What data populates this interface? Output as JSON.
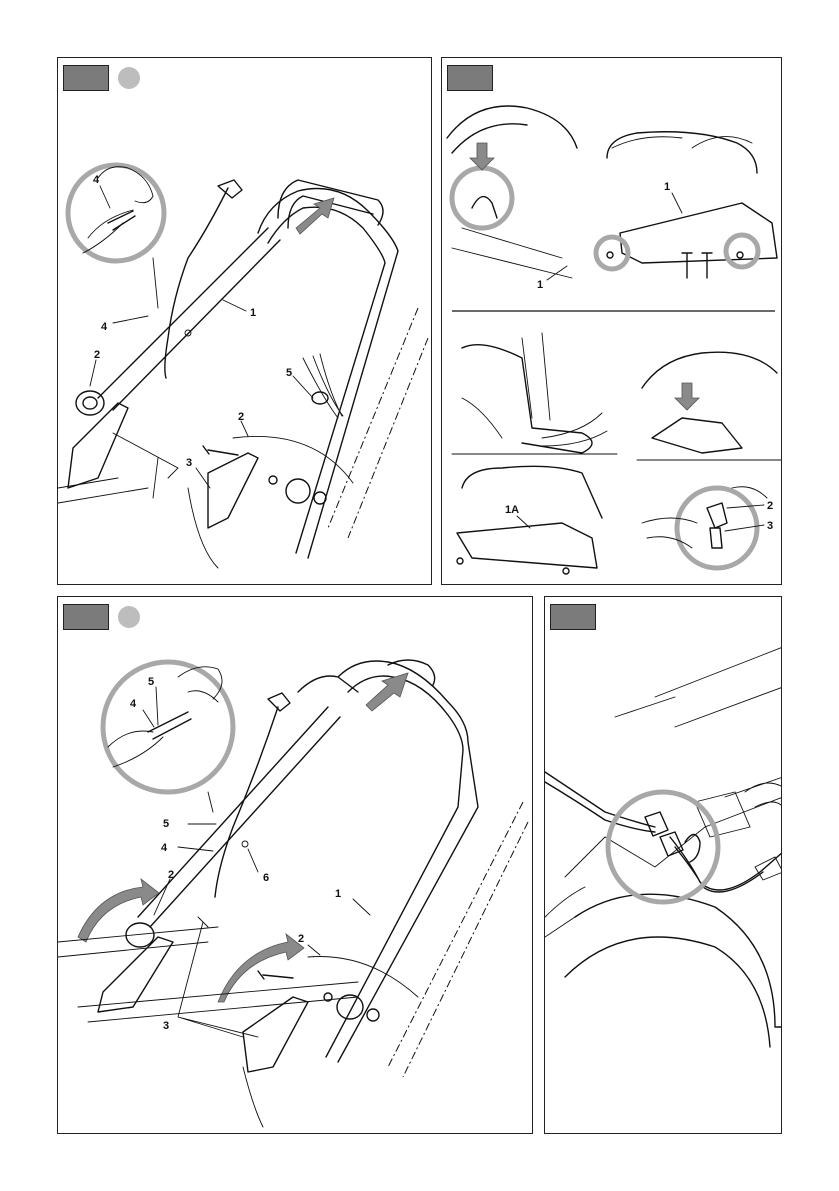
{
  "panels": {
    "top_left": {
      "callouts": [
        "4",
        "4",
        "1",
        "2",
        "5",
        "2",
        "3"
      ]
    },
    "top_right": {
      "callouts": [
        "1",
        "1",
        "1A",
        "2",
        "3"
      ]
    },
    "bottom_left": {
      "callouts": [
        "5",
        "4",
        "5",
        "4",
        "6",
        "2",
        "1",
        "2",
        "3"
      ]
    },
    "bottom_right": {
      "callouts": []
    }
  },
  "colors": {
    "tag_fill": "#7b7b7b",
    "dot_fill": "#bdbdbd",
    "highlight_circle": "#a8a8a8",
    "direction_arrow": "#8a8a8a"
  }
}
